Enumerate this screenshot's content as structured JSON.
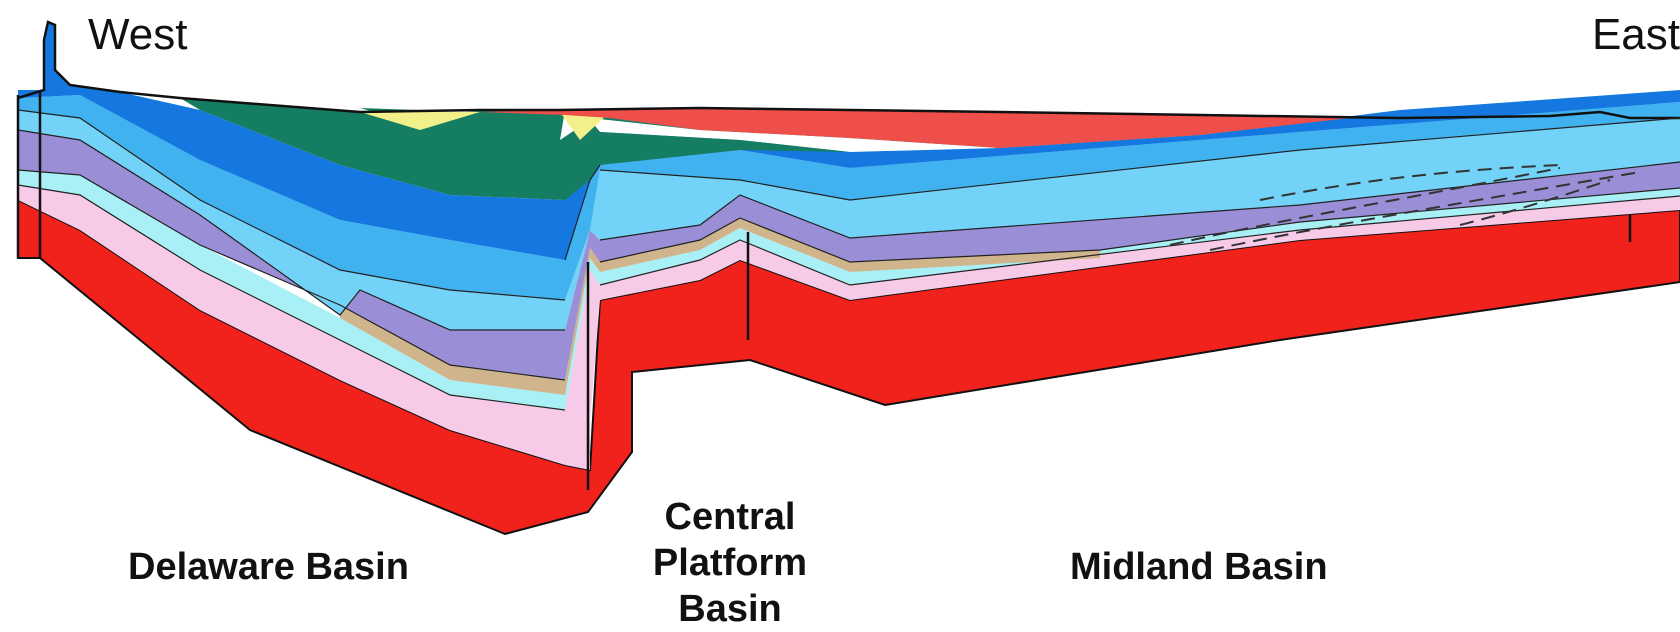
{
  "labels": {
    "west": "West",
    "east": "East",
    "delaware_basin": "Delaware Basin",
    "central_platform_line1": "Central",
    "central_platform_line2": "Platform",
    "central_platform_line3": "Basin",
    "midland_basin": "Midland Basin"
  },
  "colors": {
    "basement_red": "#f0221b",
    "pink": "#f7cbe8",
    "light_cyan": "#a8f0f5",
    "tan": "#cfb48c",
    "purple": "#9a8fd6",
    "sky_blue": "#72d2f7",
    "mid_blue": "#3fb2ef",
    "deep_blue": "#1478e0",
    "green": "#157d62",
    "yellow": "#f2f08a",
    "salmon_red": "#ee4f4a",
    "outline": "#111111"
  }
}
